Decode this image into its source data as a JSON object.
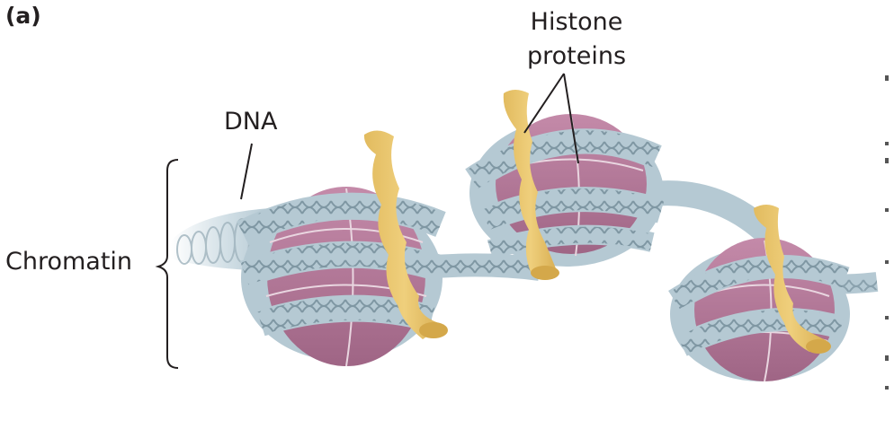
{
  "panel_label": "(a)",
  "labels": {
    "histone_line1": "Histone",
    "histone_line2": "proteins",
    "dna": "DNA",
    "chromatin": "Chromatin"
  },
  "colors": {
    "dna_strand": "#b5c9d3",
    "dna_helix_line": "#7f97a3",
    "histone_core": "#a8708f",
    "histone_core_light": "#bf86a4",
    "linker_histone": "#e8c36a",
    "linker_histone_dark": "#d4a84a",
    "leader_line": "#231f20"
  },
  "nucleosomes": [
    {
      "name": "nucleosome-1"
    },
    {
      "name": "nucleosome-2"
    },
    {
      "name": "nucleosome-3"
    }
  ]
}
